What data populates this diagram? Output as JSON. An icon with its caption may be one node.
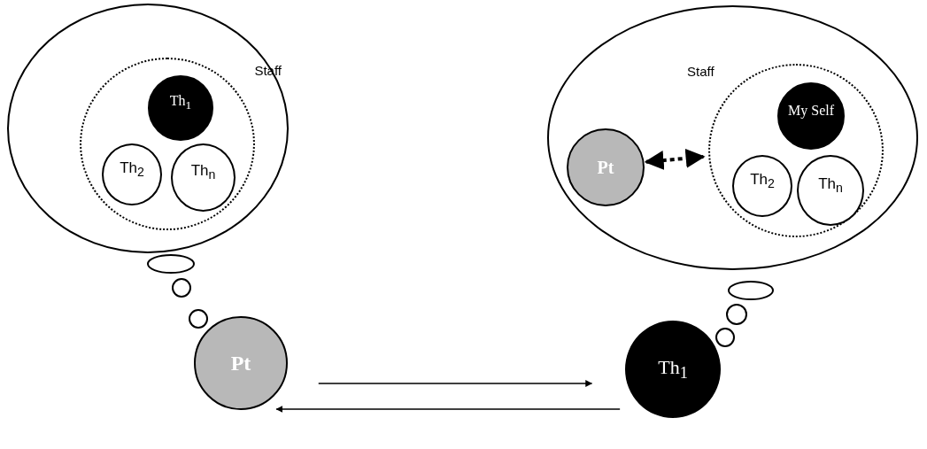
{
  "diagram": {
    "nodes": [
      {
        "text": [],
        "shape": "cloud"
      },
      {
        "text": [
          "Staff"
        ],
        "in": 0
      },
      {
        "text": [
          "Th$_{1}$"
        ],
        "in": 1
      },
      {
        "text": [
          "Th$_{2}$"
        ],
        "in": 1
      },
      {
        "text": [
          "Th$_{n}$"
        ],
        "in": 1
      },
      {
        "text": [],
        "shape": "cloud"
      },
      {
        "text": [
          "Pt"
        ],
        "in": 5
      },
      {
        "text": [
          "Staff"
        ],
        "in": 5
      },
      {
        "text": [
          "My Self"
        ],
        "in": 7
      },
      {
        "text": [
          "Th$_{2}$"
        ],
        "in": 7
      },
      {
        "text": [
          "Th$_{n}$"
        ],
        "in": 7
      },
      {
        "text": [
          "Pt"
        ]
      },
      {
        "text": [
          "Th$_{1}$"
        ]
      }
    ],
    "edges": [
      {
        "from": 6,
        "to": 7,
        "arrow": "both",
        "style": "dashed"
      },
      {
        "from": 11,
        "to": 12,
        "arrow": "to"
      },
      {
        "from": 12,
        "to": 11,
        "arrow": "to"
      }
    ]
  }
}
